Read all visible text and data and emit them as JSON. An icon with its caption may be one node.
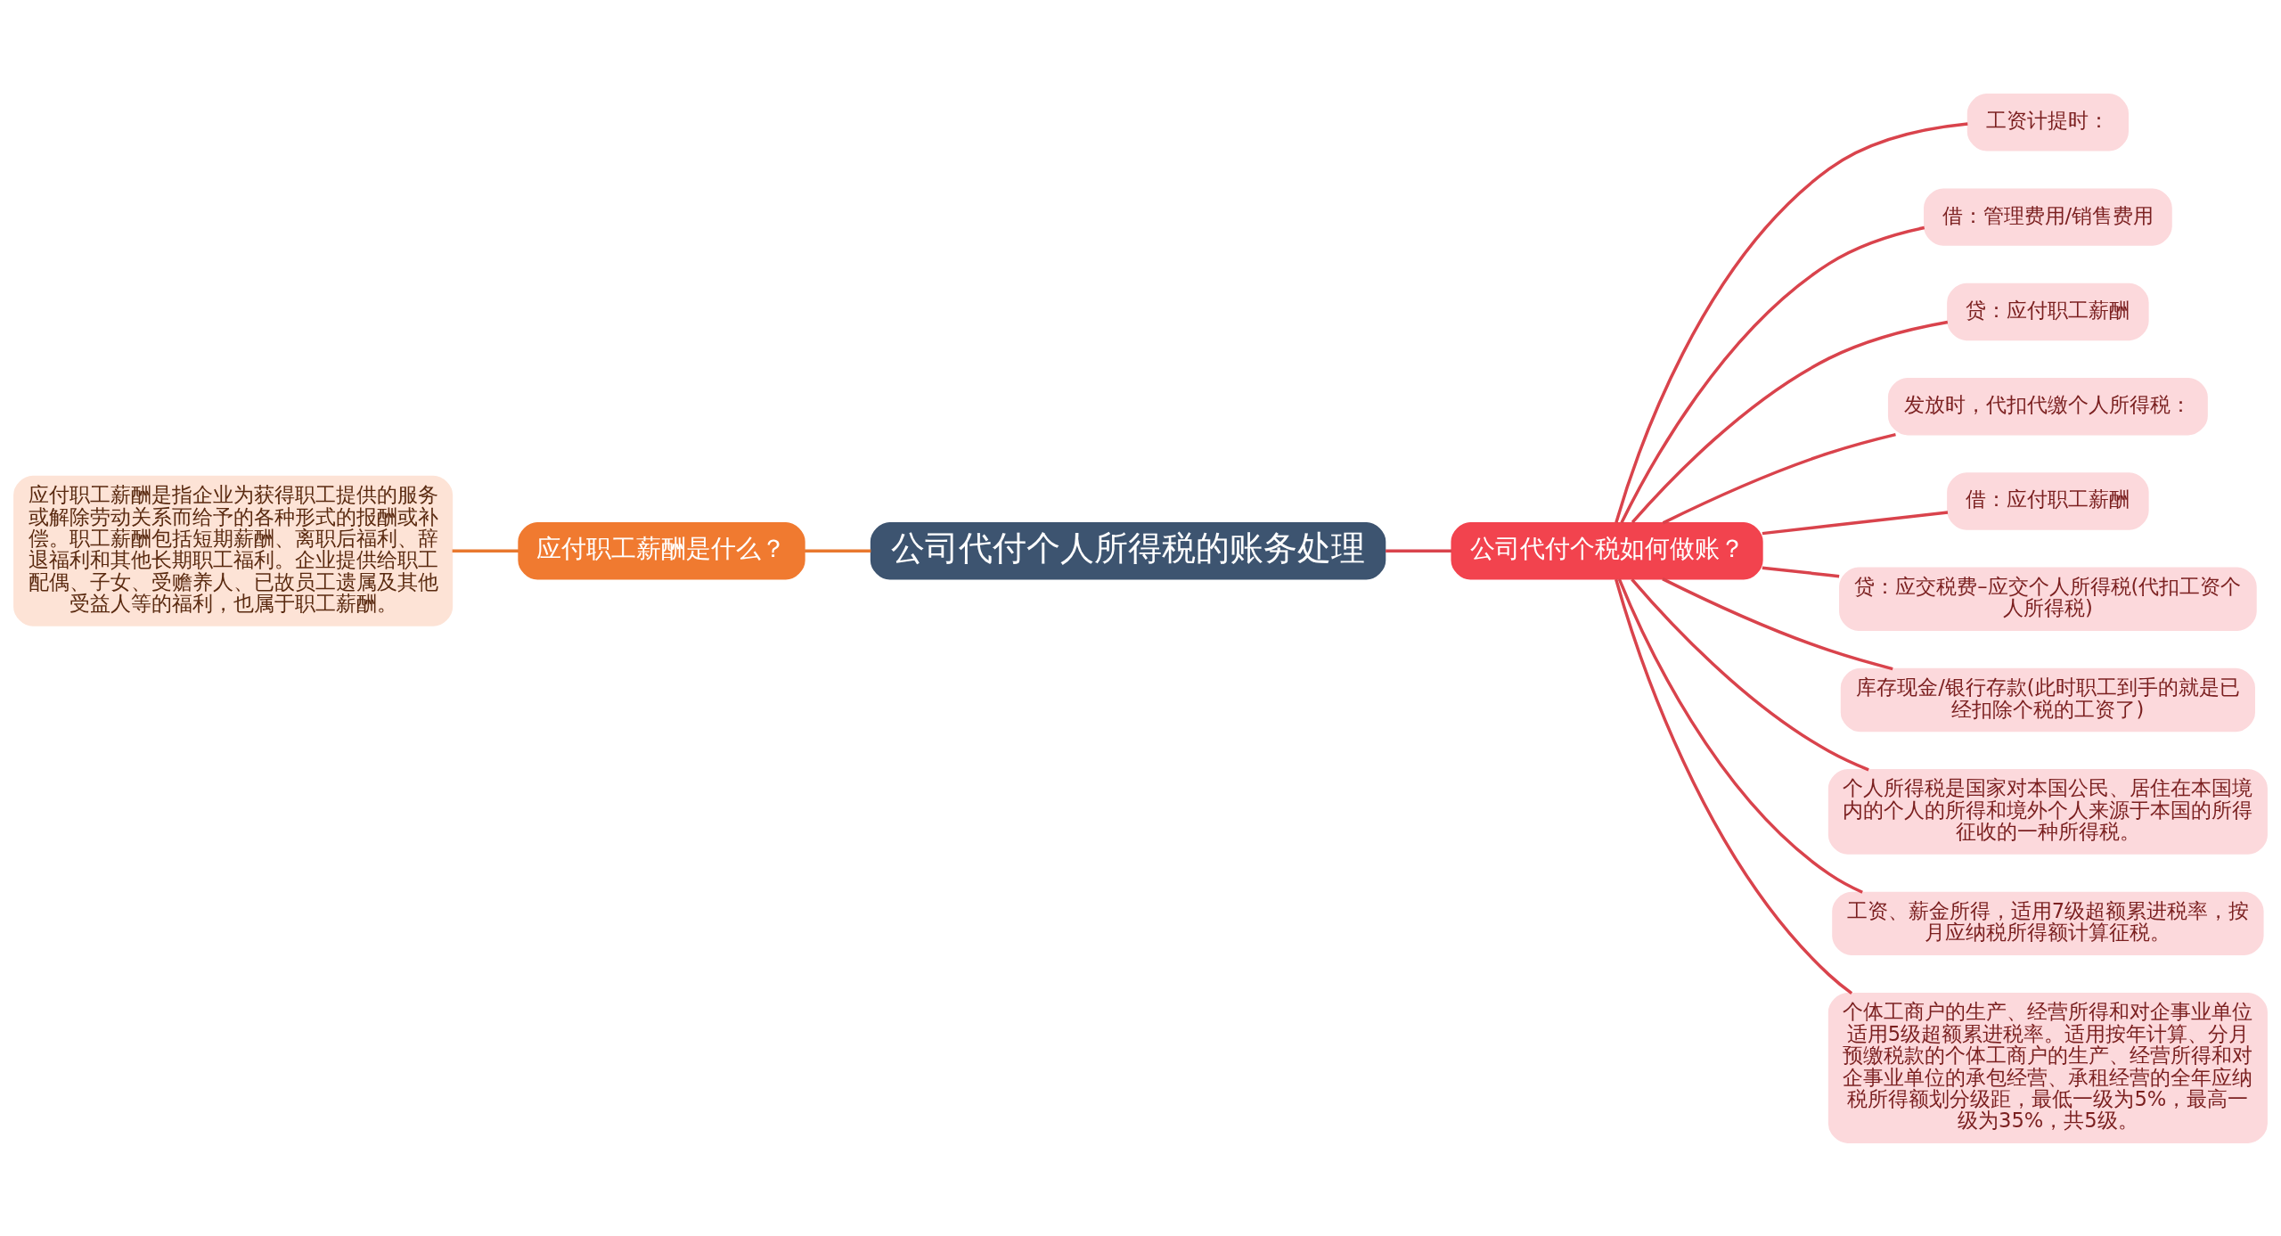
{
  "diagram": {
    "nodes": [
      {
        "text": [
          "公司代付个人所得税的账务处理"
        ]
      },
      {
        "text": [
          "应付职工薪酬是什么？"
        ]
      },
      {
        "text": [
          "应付职工薪酬是指企业为获得职工提供的服务或解除劳动关系而给予的各种形式的报酬或补偿。职工薪酬包括短期薪酬、离职后福利、辞退福利和其他长期职工福利。企业提供给职工配偶、子女、受赡养人、已故员工遗属及其他受益人等的福利，也属于职工薪酬。"
        ]
      },
      {
        "text": [
          "公司代付个税如何做账？"
        ]
      },
      {
        "text": [
          "工资计提时："
        ]
      },
      {
        "text": [
          "借：管理费用/销售费用"
        ]
      },
      {
        "text": [
          "贷：应付职工薪酬"
        ]
      },
      {
        "text": [
          "发放时，代扣代缴个人所得税："
        ]
      },
      {
        "text": [
          "借：应付职工薪酬"
        ]
      },
      {
        "text": [
          "贷：应交税费–应交个人所得税(代扣工资个人所得税)"
        ]
      },
      {
        "text": [
          "库存现金/银行存款(此时职工到手的就是已经扣除个税的工资了)"
        ]
      },
      {
        "text": [
          "个人所得税是国家对本国公民、居住在本国境内的个人的所得和境外个人来源于本国的所得征收的一种所得税。"
        ]
      },
      {
        "text": [
          "工资、薪金所得，适用7级超额累进税率，按月应纳税所得额计算征税。"
        ]
      },
      {
        "text": [
          "个体工商户的生产、经营所得和对企事业单位适用5级超额累进税率。适用按年计算、分月预缴税款的个体工商户的生产、经营所得和对企事业单位的承包经营、承租经营的全年应纳税所得额划分级距，最低一级为5%，最高一级为35%，共5级。"
        ]
      }
    ],
    "edges": [
      {
        "from": 0,
        "to": 1,
        "arrow": "none",
        "color": "#e8782e"
      },
      {
        "from": 1,
        "to": 2,
        "arrow": "none",
        "color": "#e8782e"
      },
      {
        "from": 0,
        "to": 3,
        "arrow": "none"
      },
      {
        "from": 3,
        "to": 4,
        "arrow": "none"
      },
      {
        "from": 3,
        "to": 5,
        "arrow": "none"
      },
      {
        "from": 3,
        "to": 6,
        "arrow": "none"
      },
      {
        "from": 3,
        "to": 7,
        "arrow": "none"
      },
      {
        "from": 3,
        "to": 8,
        "arrow": "none"
      },
      {
        "from": 3,
        "to": 9,
        "arrow": "none"
      },
      {
        "from": 3,
        "to": 10,
        "arrow": "none"
      },
      {
        "from": 3,
        "to": 11,
        "arrow": "none"
      },
      {
        "from": 3,
        "to": 12,
        "arrow": "none"
      },
      {
        "from": 3,
        "to": 13,
        "arrow": "none"
      }
    ]
  }
}
